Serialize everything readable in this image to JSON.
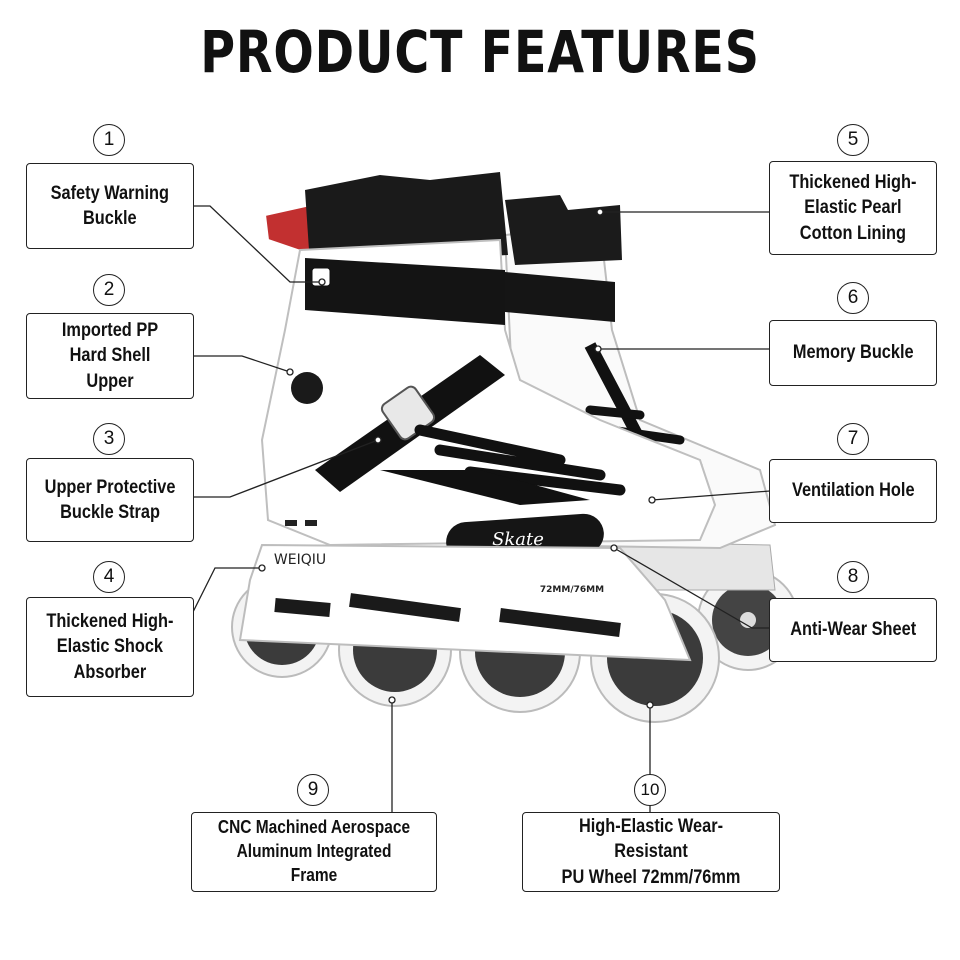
{
  "title": "PRODUCT FEATURES",
  "brand_text": "WEIQIU",
  "plate_text": "Skate",
  "frame_size_text": "72MM/76MM",
  "features": [
    {
      "number": "1",
      "label": "Safety Warning\nBuckle"
    },
    {
      "number": "2",
      "label": "Imported PP\nHard Shell Upper"
    },
    {
      "number": "3",
      "label": "Upper Protective\nBuckle Strap"
    },
    {
      "number": "4",
      "label": "Thickened High-\nElastic Shock\nAbsorber"
    },
    {
      "number": "5",
      "label": "Thickened High-\nElastic Pearl\nCotton Lining"
    },
    {
      "number": "6",
      "label": "Memory Buckle"
    },
    {
      "number": "7",
      "label": "Ventilation Hole"
    },
    {
      "number": "8",
      "label": "Anti-Wear Sheet"
    },
    {
      "number": "9",
      "label": "CNC Machined Aerospace\nAluminum Integrated Frame"
    },
    {
      "number": "10",
      "label": "High-Elastic Wear-Resistant\nPU Wheel 72mm/76mm"
    }
  ]
}
